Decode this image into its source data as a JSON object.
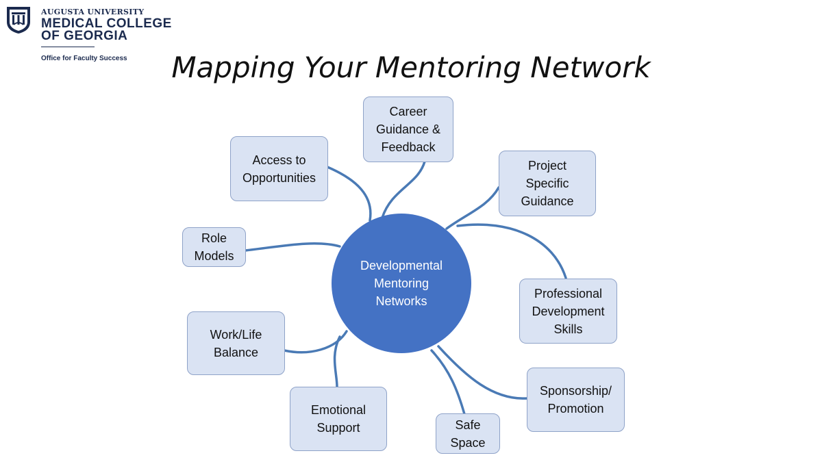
{
  "header": {
    "university": "AUGUSTA UNIVERSITY",
    "college_line1": "MEDICAL COLLEGE",
    "college_line2": "OF GEORGIA",
    "office": "Office for Faculty Success"
  },
  "title": "Mapping Your Mentoring Network",
  "diagram": {
    "hub": "Developmental\nMentoring\nNetworks",
    "nodes": [
      {
        "id": "career",
        "label": "Career\nGuidance &\nFeedback"
      },
      {
        "id": "access",
        "label": "Access to\nOpportunities"
      },
      {
        "id": "project",
        "label": "Project\nSpecific\nGuidance"
      },
      {
        "id": "role",
        "label": "Role\nModels"
      },
      {
        "id": "professional",
        "label": "Professional\nDevelopment\nSkills"
      },
      {
        "id": "worklife",
        "label": "Work/Life\nBalance"
      },
      {
        "id": "sponsorship",
        "label": "Sponsorship/\nPromotion"
      },
      {
        "id": "emotional",
        "label": "Emotional\nSupport"
      },
      {
        "id": "safe",
        "label": "Safe\nSpace"
      }
    ]
  },
  "colors": {
    "hub": "#4472c4",
    "node_fill": "#dae3f3",
    "node_border": "#8ea2c8",
    "connector": "#4a7ab5",
    "brand_navy": "#1b2a4e"
  }
}
